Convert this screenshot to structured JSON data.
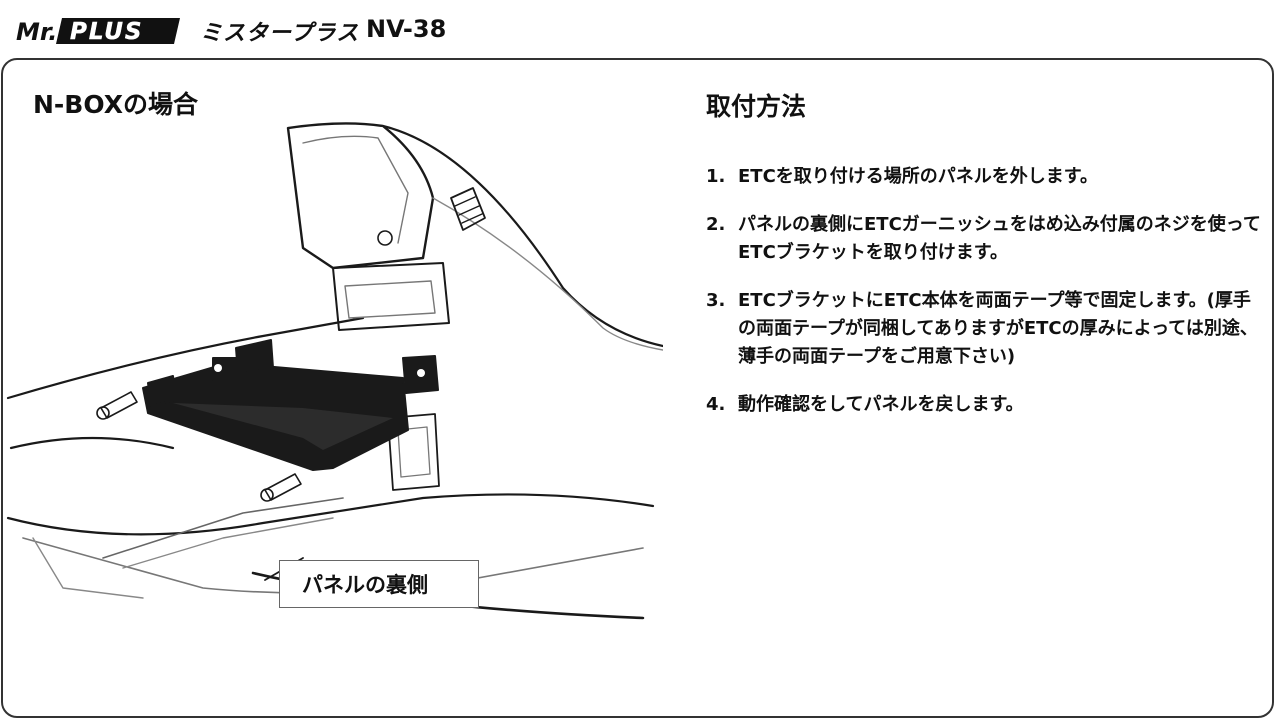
{
  "header": {
    "logo_text_mr": "Mr.",
    "logo_text_plus": "PLUS",
    "brand_kana": "ミスタープラス",
    "model": "NV-38"
  },
  "panel": {
    "left_title": "N-BOXの場合",
    "right_title": "取付方法",
    "callout_label": "パネルの裏側",
    "steps": [
      {
        "num": "1.",
        "text": "ETCを取り付ける場所のパネルを外します。"
      },
      {
        "num": "2.",
        "text": "パネルの裏側にETCガーニッシュをはめ込み付属のネジを使ってETCブラケットを取り付けます。"
      },
      {
        "num": "3.",
        "text": "ETCブラケットにETC本体を両面テープ等で固定します。(厚手の両面テープが同梱してありますがETCの厚みによっては別途、薄手の両面テープをご用意下さい)"
      },
      {
        "num": "4.",
        "text": "動作確認をしてパネルを戻します。"
      }
    ]
  }
}
